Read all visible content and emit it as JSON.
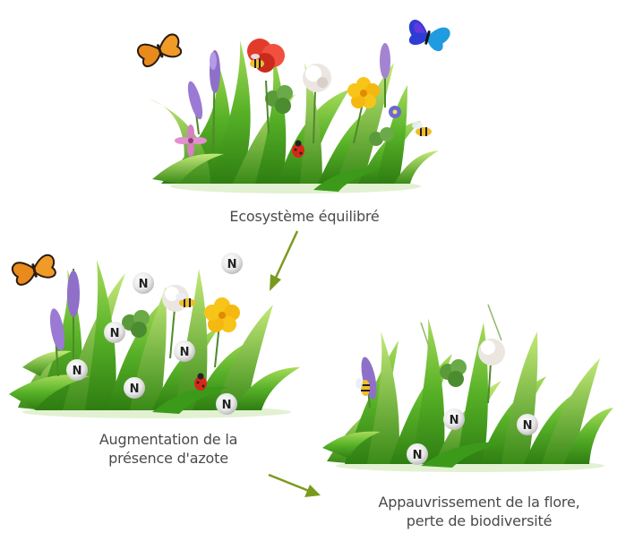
{
  "captions": {
    "balanced": "Ecosystème équilibré",
    "nitrogen_line1": "Augmentation de la",
    "nitrogen_line2": "présence d'azote",
    "impoverished_line1": "Appauvrissement de la flore,",
    "impoverished_line2": "perte de biodiversité"
  },
  "nitrogen_symbol": "N",
  "colors": {
    "grass_dark": "#3f9a1c",
    "grass_light": "#8fd14a",
    "arrow": "#7a9a1e",
    "caption": "#4a4a4a"
  },
  "icons": [
    "butterfly-monarch",
    "butterfly-blue",
    "bee",
    "ladybug",
    "poppy",
    "clover-flower",
    "buttercup",
    "lavender",
    "cosmos"
  ]
}
